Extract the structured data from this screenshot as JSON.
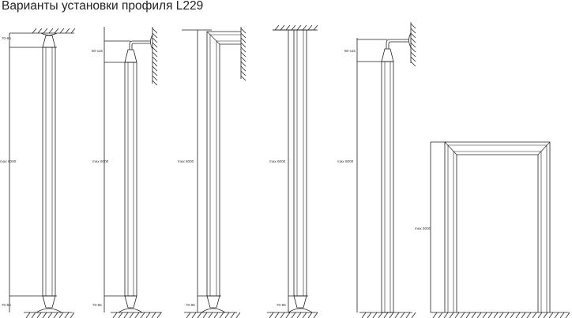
{
  "title": "Варианты установки профиля L229",
  "labels": {
    "gap_70_85": "70-85",
    "gap_80_115": "80-115",
    "max_height": "max 6000"
  }
}
